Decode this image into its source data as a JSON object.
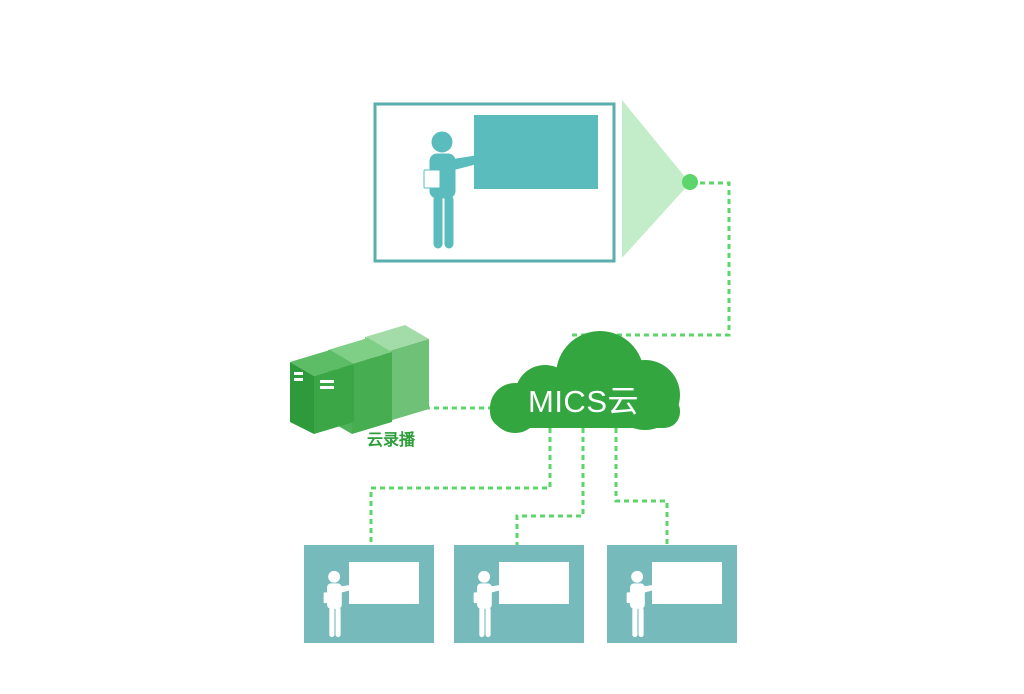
{
  "diagram": {
    "cloud_label": "MICS云",
    "recording_label": "云录播",
    "colors": {
      "teal": "#5bbcbd",
      "teal_dark": "#5aaeac",
      "green": "#33a63f",
      "green_light": "#c3ecc8",
      "dot": "#5cd66a",
      "dash": "#5cd66a"
    },
    "classrooms": [
      "main-classroom",
      "remote-classroom-1",
      "remote-classroom-2",
      "remote-classroom-3"
    ]
  }
}
